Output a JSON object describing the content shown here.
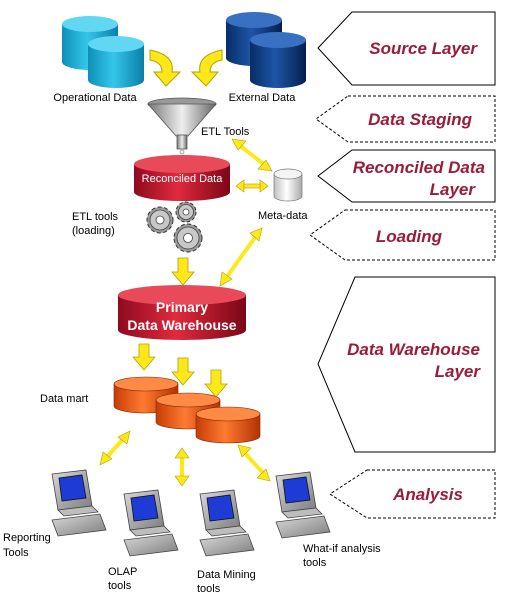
{
  "layers": {
    "source": "Source Layer",
    "staging": "Data Staging",
    "reconciled_line1": "Reconciled Data",
    "reconciled_line2": "Layer",
    "loading": "Loading",
    "warehouse_line1": "Data Warehouse",
    "warehouse_line2": "Layer",
    "analysis": "Analysis"
  },
  "nodes": {
    "operational_data": "Operational Data",
    "external_data": "External Data",
    "etl_tools": "ETL Tools",
    "reconciled_data": "Reconciled Data",
    "meta_data": "Meta-data",
    "etl_loading_line1": "ETL tools",
    "etl_loading_line2": "(loading)",
    "primary_line1": "Primary",
    "primary_line2": "Data Warehouse",
    "data_mart": "Data mart"
  },
  "tools": {
    "reporting_line1": "Reporting",
    "reporting_line2": "Tools",
    "olap_line1": "OLAP",
    "olap_line2": "tools",
    "mining_line1": "Data Mining",
    "mining_line2": "tools",
    "whatif_line1": "What-if analysis",
    "whatif_line2": "tools"
  },
  "colors": {
    "source_db_light": "#1bb3d9",
    "source_db_dark": "#0b3f8a",
    "arrow_fill": "#ffe81a",
    "arrow_stroke": "#b5a000",
    "warehouse_red": "#c8102e",
    "mart_orange": "#ef5a12",
    "layer_text": "#9b1b3a"
  }
}
